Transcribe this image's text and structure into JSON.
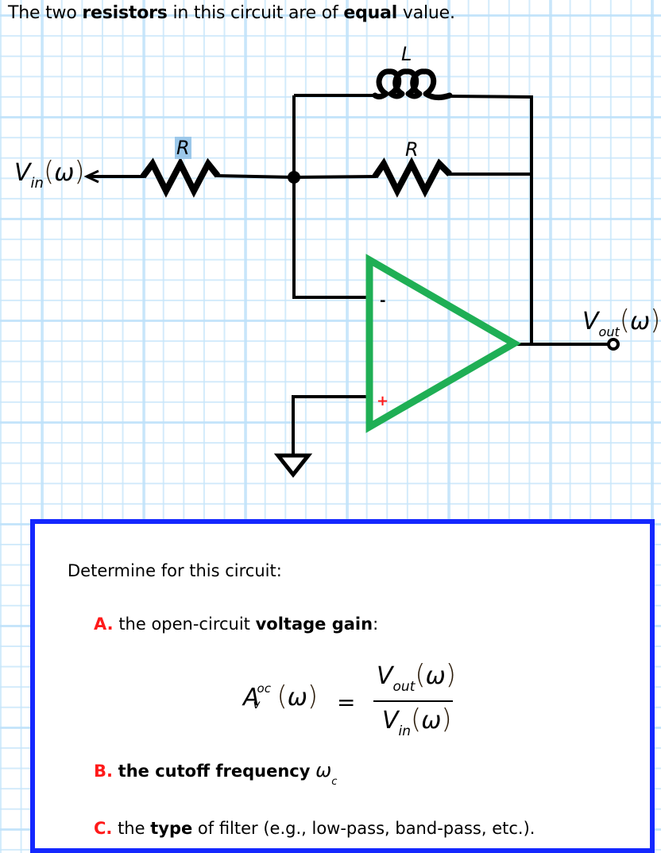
{
  "header": {
    "parts": [
      {
        "text": "The two ",
        "bold": false
      },
      {
        "text": "resistors",
        "bold": true
      },
      {
        "text": " in this circuit are of ",
        "bold": false
      },
      {
        "text": "equal",
        "bold": true
      },
      {
        "text": " value.",
        "bold": false
      }
    ]
  },
  "circuit": {
    "input_label": {
      "symbol": "V",
      "subscript": "in",
      "argument": "ω"
    },
    "output_label": {
      "symbol": "V",
      "subscript": "out",
      "argument": "ω"
    },
    "resistor_input_label": "R",
    "resistor_feedback_label": "R",
    "inductor_label": "L",
    "opamp_inverting_sign": "-",
    "opamp_noninverting_sign": "+",
    "colors": {
      "opamp": "#1faf55",
      "wire": "#000000",
      "plus_sign": "#ff1a1a"
    },
    "components": [
      "input-resistor",
      "feedback-resistor",
      "feedback-inductor",
      "op-amp",
      "ground",
      "output-terminal",
      "junction-node"
    ]
  },
  "task_box": {
    "intro": "Determine for this circuit:",
    "border_color": "#1428ff",
    "items": [
      {
        "letter": "A.",
        "parts": [
          {
            "text": "the open-circuit ",
            "bold": false
          },
          {
            "text": "voltage gain",
            "bold": true
          },
          {
            "text": ":",
            "bold": false
          }
        ]
      },
      {
        "letter": "B.",
        "parts": [
          {
            "text": "the cutoff frequency",
            "bold": true
          }
        ],
        "symbol": "ω",
        "symbol_subscript": "c"
      },
      {
        "letter": "C.",
        "parts": [
          {
            "text": "the ",
            "bold": false
          },
          {
            "text": "type",
            "bold": true
          },
          {
            "text": " of filter (e.g., low-pass, band-pass, etc.).",
            "bold": false
          }
        ]
      }
    ],
    "equation": {
      "lhs_symbol": "A",
      "lhs_sub": "v",
      "lhs_sup": "oc",
      "lhs_arg": "ω",
      "equals": "=",
      "numerator": {
        "symbol": "V",
        "subscript": "out",
        "argument": "ω"
      },
      "denominator": {
        "symbol": "V",
        "subscript": "in",
        "argument": "ω"
      }
    },
    "letter_color": "#ff1a1a"
  }
}
